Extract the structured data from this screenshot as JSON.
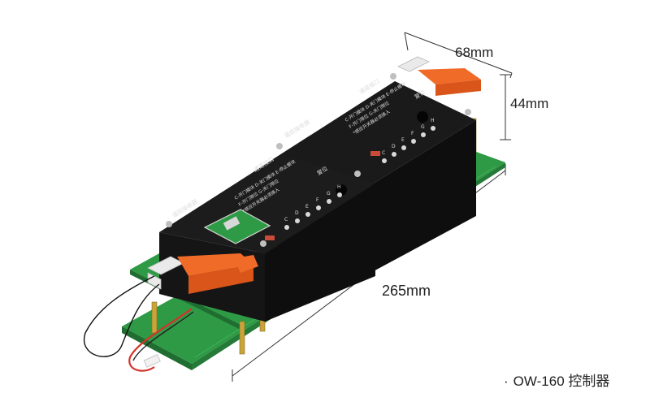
{
  "dimensions": {
    "width_label": "68mm",
    "height_label": "44mm",
    "length_label": "265mm"
  },
  "caption": {
    "bullet": "·",
    "text": "OW-160 控制器"
  },
  "module_left": {
    "title": "遥控接收器",
    "subtitle": "通道接口",
    "notes": [
      "C-开门模块 D-关门模块 E-停止模块",
      "F-开门限位 G-关门限位",
      "*感应开关器必须接入"
    ],
    "button_label": "复位",
    "letters": [
      "C",
      "D",
      "E",
      "F",
      "G",
      "H"
    ]
  },
  "module_right": {
    "title": "遥控接收器",
    "subtitle": "通道接口",
    "notes": [
      "C-开门模块 D-关门模块 E-停止模块",
      "F-开门限位 G-关门限位",
      "*感应开关器必须接入"
    ],
    "button_label": "复位",
    "letters": [
      "C",
      "D",
      "E",
      "F",
      "G",
      "H"
    ]
  },
  "colors": {
    "pcb": "#2f9a45",
    "module_body": "#141414",
    "terminal": "#f06a28",
    "standoff": "#c9a43a",
    "cable_red": "#d4332a"
  }
}
